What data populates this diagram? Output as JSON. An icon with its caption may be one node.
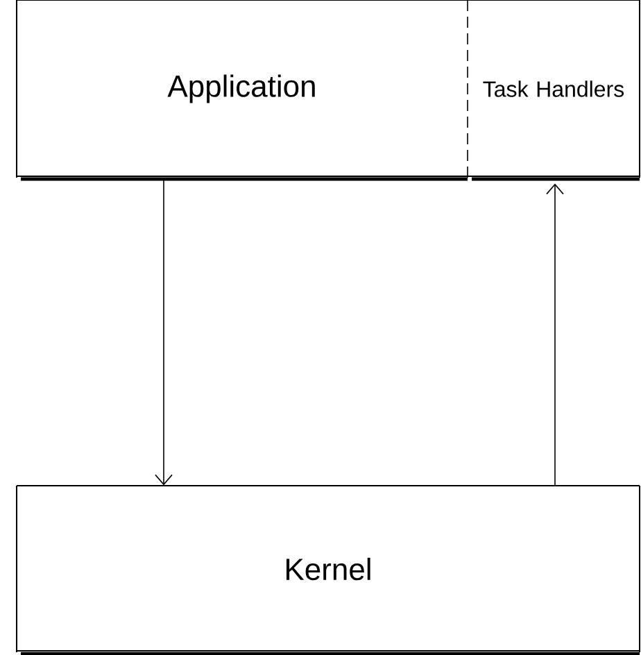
{
  "diagram": {
    "nodes": [
      {
        "text": [
          "Application"
        ]
      },
      {
        "text": [
          "Task Handlers"
        ]
      },
      {
        "text": [
          "Kernel"
        ]
      }
    ],
    "edges": [
      {
        "from": 0,
        "to": 2,
        "arrow": "to"
      },
      {
        "from": 2,
        "to": 1,
        "arrow": "to"
      }
    ]
  }
}
